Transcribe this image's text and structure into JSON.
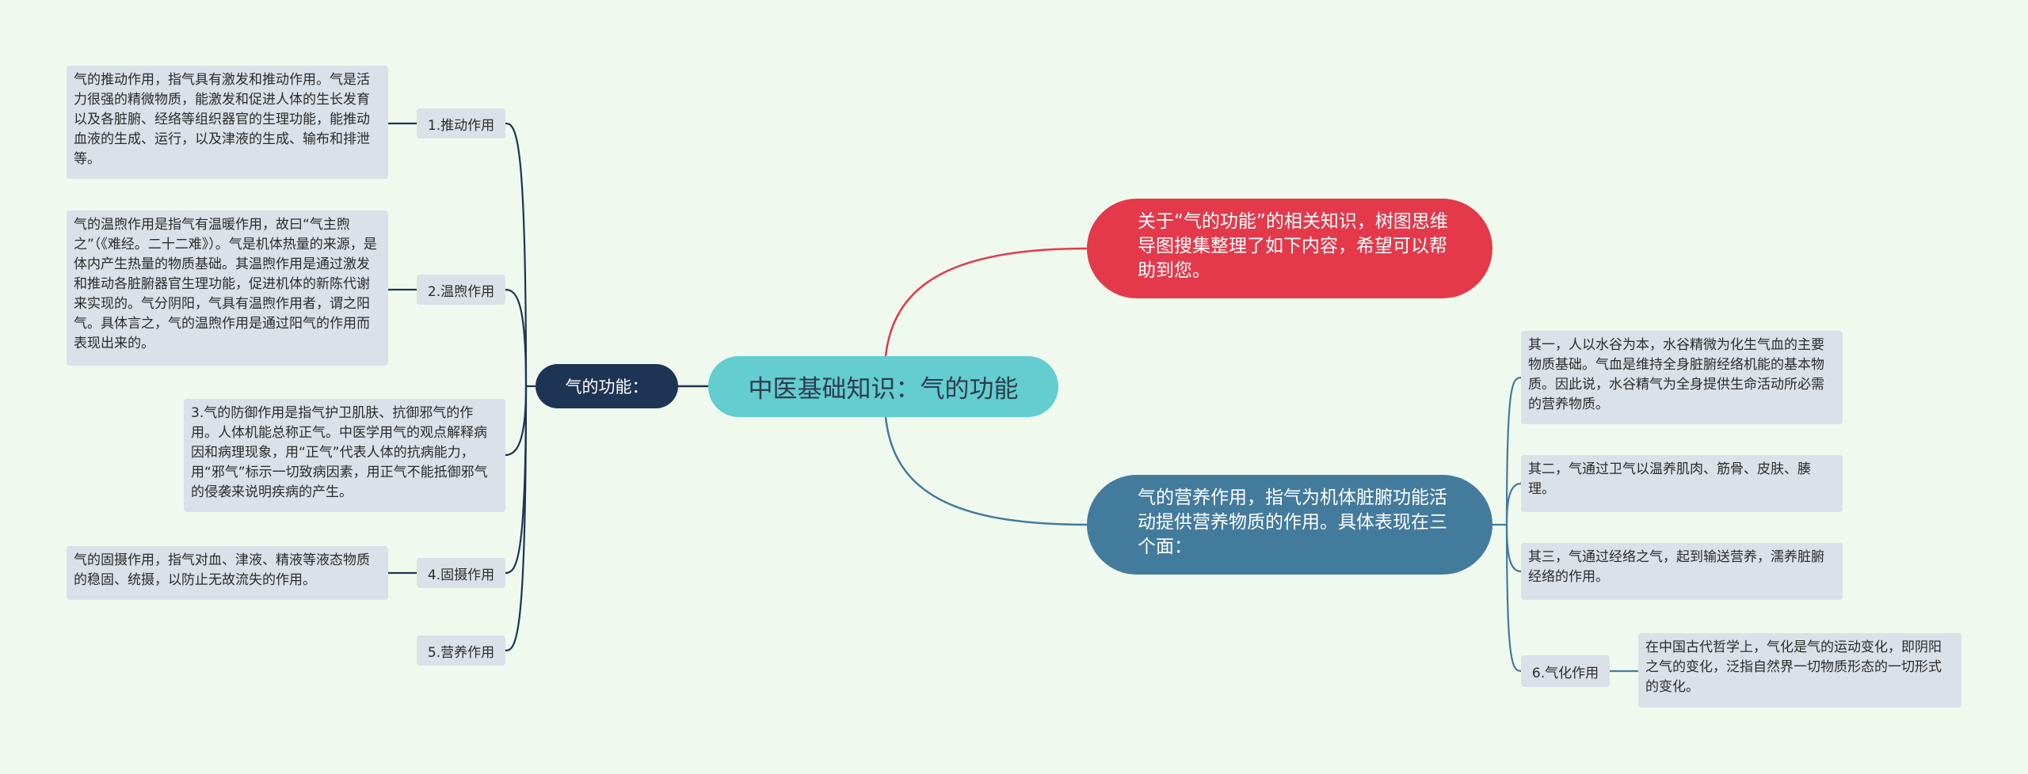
{
  "root": "中医基础知识：气的功能",
  "intro": "关于“气的功能”的相关知识，树图思维导图搜集整理了如下内容，希望可以帮助到您。",
  "nutrition": {
    "title": "气的营养作用，指气为机体脏腑功能活动提供营养物质的作用。具体表现在三个面：",
    "items": [
      "其一，人以水谷为本，水谷精微为化生气血的主要物质基础。气血是维持全身脏腑经络机能的基本物质。因此说，水谷精气为全身提供生命活动所必需的营养物质。",
      "其二，气通过卫气以温养肌肉、筋骨、皮肤、腠理。",
      "其三，气通过经络之气，起到输送营养，濡养脏腑经络的作用。"
    ],
    "qihua_label": "6.气化作用",
    "qihua_text": "在中国古代哲学上，气化是气的运动变化，即阴阳之气的变化，泛指自然界一切物质形态的一切形式的变化。"
  },
  "functions": {
    "title": "气的功能：",
    "push_label": "1.推动作用",
    "push_text": "气的推动作用，指气具有激发和推动作用。气是活力很强的精微物质，能激发和促进人体的生长发育以及各脏腑、经络等组织器官的生理功能，能推动血液的生成、运行，以及津液的生成、输布和排泄等。",
    "warm_label": "2.温煦作用",
    "warm_text": "气的温煦作用是指气有温暖作用，故曰“气主煦之”（《难经。二十二难》）。气是机体热量的来源，是体内产生热量的物质基础。其温煦作用是通过激发和推动各脏腑器官生理功能，促进机体的新陈代谢来实现的。气分阴阳，气具有温煦作用者，谓之阳气。具体言之，气的温煦作用是通过阳气的作用而表现出来的。",
    "defend_text": "3.气的防御作用是指气护卫肌肤、抗御邪气的作用。人体机能总称正气。中医学用气的观点解释病因和病理现象，用“正气”代表人体的抗病能力，用“邪气”标示一切致病因素，用正气不能抵御邪气的侵袭来说明疾病的产生。",
    "secure_label": "4.固摄作用",
    "secure_text": "气的固摄作用，指气对血、津液、精液等液态物质的稳固、统摄，以防止无故流失的作用。",
    "nourish_label": "5.营养作用"
  },
  "colors": {
    "background": "#f0f9ee",
    "root": "#63cdd0",
    "intro": "#e4394b",
    "nutrition": "#437b9d",
    "functions": "#1e3454",
    "leaf": "#dbe1e9"
  }
}
